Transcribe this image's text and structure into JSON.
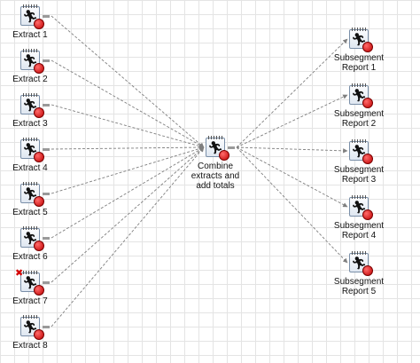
{
  "flow": {
    "sources": [
      {
        "label": "Extract 1",
        "status": "ok"
      },
      {
        "label": "Extract 2",
        "status": "ok"
      },
      {
        "label": "Extract 3",
        "status": "ok"
      },
      {
        "label": "Extract 4",
        "status": "ok"
      },
      {
        "label": "Extract 5",
        "status": "ok"
      },
      {
        "label": "Extract 6",
        "status": "ok"
      },
      {
        "label": "Extract 7",
        "status": "error"
      },
      {
        "label": "Extract 8",
        "status": "ok"
      }
    ],
    "combine": {
      "label_lines": [
        "Combine",
        "extracts and",
        "add totals"
      ]
    },
    "reports": [
      {
        "label_lines": [
          "Subsegment",
          "Report 1"
        ]
      },
      {
        "label_lines": [
          "Subsegment",
          "Report 2"
        ]
      },
      {
        "label_lines": [
          "Subsegment",
          "Report 3"
        ]
      },
      {
        "label_lines": [
          "Subsegment",
          "Report 4"
        ]
      },
      {
        "label_lines": [
          "Subsegment",
          "Report 5"
        ]
      }
    ]
  },
  "icons": {
    "task": "program-runner-icon",
    "status": "red-status-dot-icon",
    "error": "red-x-error-icon"
  },
  "colors": {
    "connector": "#7f7f7f",
    "grid": "#e4e4e4",
    "status_dot": "#c00000",
    "error_mark": "#d40000"
  }
}
